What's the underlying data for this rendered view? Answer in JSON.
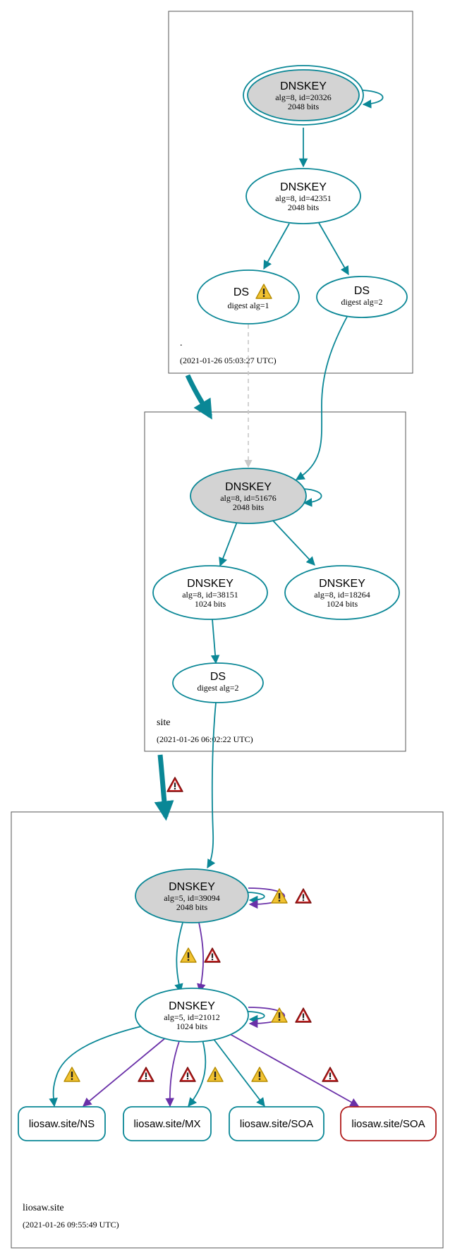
{
  "colors": {
    "teal": "#0a8796",
    "purple": "#6a30a8",
    "red": "#b01b1b",
    "gray_fill": "#d3d3d3",
    "dashed": "#c8c8c8",
    "warn_yellow": "#f1c232",
    "err_red": "#cc2222"
  },
  "zones": {
    "root": {
      "name": ".",
      "timestamp": "(2021-01-26 05:03:27 UTC)"
    },
    "site": {
      "name": "site",
      "timestamp": "(2021-01-26 06:02:22 UTC)"
    },
    "liosaw": {
      "name": "liosaw.site",
      "timestamp": "(2021-01-26 09:55:49 UTC)"
    }
  },
  "nodes": {
    "root_ksk": {
      "title": "DNSKEY",
      "sub1": "alg=8, id=20326",
      "sub2": "2048 bits"
    },
    "root_zsk": {
      "title": "DNSKEY",
      "sub1": "alg=8, id=42351",
      "sub2": "2048 bits"
    },
    "root_ds1": {
      "title": "DS",
      "sub1": "digest alg=1"
    },
    "root_ds2": {
      "title": "DS",
      "sub1": "digest alg=2"
    },
    "site_ksk": {
      "title": "DNSKEY",
      "sub1": "alg=8, id=51676",
      "sub2": "2048 bits"
    },
    "site_zsk1": {
      "title": "DNSKEY",
      "sub1": "alg=8, id=38151",
      "sub2": "1024 bits"
    },
    "site_zsk2": {
      "title": "DNSKEY",
      "sub1": "alg=8, id=18264",
      "sub2": "1024 bits"
    },
    "site_ds": {
      "title": "DS",
      "sub1": "digest alg=2"
    },
    "lio_ksk": {
      "title": "DNSKEY",
      "sub1": "alg=5, id=39094",
      "sub2": "2048 bits"
    },
    "lio_zsk": {
      "title": "DNSKEY",
      "sub1": "alg=5, id=21012",
      "sub2": "1024 bits"
    }
  },
  "records": {
    "ns": "liosaw.site/NS",
    "mx": "liosaw.site/MX",
    "soa1": "liosaw.site/SOA",
    "soa2": "liosaw.site/SOA"
  }
}
